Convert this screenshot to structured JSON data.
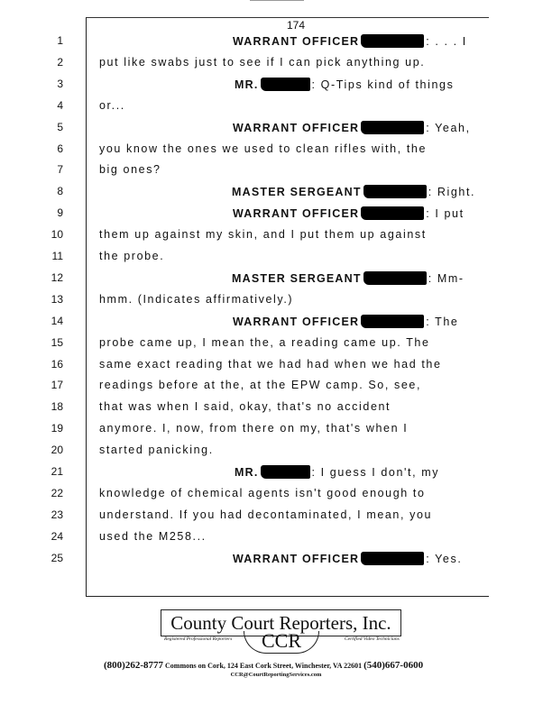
{
  "page_number": "174",
  "lines": [
    {
      "num": "1",
      "speaker": "WARRANT OFFICER",
      "after": ": . . . I",
      "text": ""
    },
    {
      "num": "2",
      "speaker": "",
      "after": "",
      "text": "put like swabs just to see if I can pick anything up."
    },
    {
      "num": "3",
      "speaker": "MR.",
      "after": ": Q-Tips kind of things",
      "text": ""
    },
    {
      "num": "4",
      "speaker": "",
      "after": "",
      "text": "or..."
    },
    {
      "num": "5",
      "speaker": "WARRANT OFFICER",
      "after": ": Yeah,",
      "text": ""
    },
    {
      "num": "6",
      "speaker": "",
      "after": "",
      "text": "you know the ones we used to clean rifles with, the"
    },
    {
      "num": "7",
      "speaker": "",
      "after": "",
      "text": "big ones?"
    },
    {
      "num": "8",
      "speaker": "MASTER SERGEANT",
      "after": ": Right.",
      "text": ""
    },
    {
      "num": "9",
      "speaker": "WARRANT OFFICER",
      "after": ": I put",
      "text": ""
    },
    {
      "num": "10",
      "speaker": "",
      "after": "",
      "text": "them up against my skin, and I put them up against"
    },
    {
      "num": "11",
      "speaker": "",
      "after": "",
      "text": "the probe."
    },
    {
      "num": "12",
      "speaker": "MASTER SERGEANT",
      "after": ": Mm-",
      "text": ""
    },
    {
      "num": "13",
      "speaker": "",
      "after": "",
      "text": "hmm. (Indicates affirmatively.)"
    },
    {
      "num": "14",
      "speaker": "WARRANT OFFICER",
      "after": ": The",
      "text": ""
    },
    {
      "num": "15",
      "speaker": "",
      "after": "",
      "text": "probe came up, I mean the, a reading came up. The"
    },
    {
      "num": "16",
      "speaker": "",
      "after": "",
      "text": "same exact reading that we had had when we had the"
    },
    {
      "num": "17",
      "speaker": "",
      "after": "",
      "text": "readings before at the, at the EPW camp. So, see,"
    },
    {
      "num": "18",
      "speaker": "",
      "after": "",
      "text": "that was when I said, okay, that's no accident"
    },
    {
      "num": "19",
      "speaker": "",
      "after": "",
      "text": "anymore. I, now, from there on my, that's when I"
    },
    {
      "num": "20",
      "speaker": "",
      "after": "",
      "text": "started panicking."
    },
    {
      "num": "21",
      "speaker": "MR.",
      "after": ": I guess I don't, my",
      "text": ""
    },
    {
      "num": "22",
      "speaker": "",
      "after": "",
      "text": "knowledge of chemical agents isn't good enough to"
    },
    {
      "num": "23",
      "speaker": "",
      "after": "",
      "text": "understand. If you had decontaminated, I mean, you"
    },
    {
      "num": "24",
      "speaker": "",
      "after": "",
      "text": "used the M258..."
    },
    {
      "num": "25",
      "speaker": "WARRANT OFFICER",
      "after": ": Yes.",
      "text": ""
    }
  ],
  "footer": {
    "company": "County Court Reporters, Inc.",
    "logo_initials": "CCR",
    "left_tag": "Registered Professional Reporters",
    "right_tag": "Certified Video Technicians",
    "phone_left": "(800)262-8777",
    "address": "Commons on Cork, 124 East Cork Street, Winchester, VA  22601",
    "phone_right": "(540)667-0600",
    "email": "CCR@CourtReportingServices.com"
  }
}
